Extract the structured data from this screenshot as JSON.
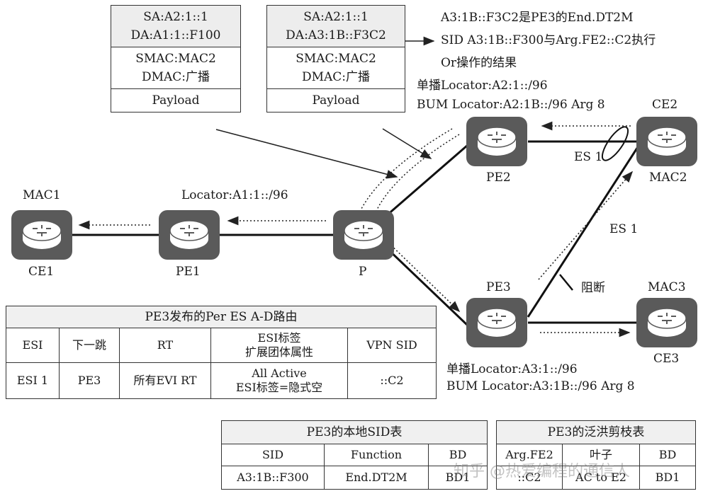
{
  "packet_left": {
    "sa": "SA:A2:1::1",
    "da": "DA:A1:1::F100",
    "smac": "SMAC:MAC2",
    "dmac": "DMAC:广播",
    "payload": "Payload"
  },
  "packet_right": {
    "sa": "SA:A2:1::1",
    "da": "DA:A3:1B::F3C2",
    "smac": "SMAC:MAC2",
    "dmac": "DMAC:广播",
    "payload": "Payload"
  },
  "annotation": {
    "line1": "A3:1B::F3C2是PE3的End.DT2M",
    "line2": "SID A3:1B::F300与Arg.FE2::C2执行",
    "line3": "Or操作的结果"
  },
  "locators": {
    "pe2_unicast": "单播Locator:A2:1::/96",
    "pe2_bum": "BUM Locator:A2:1B::/96 Arg 8",
    "pe1": "Locator:A1:1::/96",
    "pe3_unicast": "单播Locator:A3:1::/96",
    "pe3_bum": "BUM Locator:A3:1B::/96 Arg 8"
  },
  "nodes": {
    "ce1": "CE1",
    "mac1": "MAC1",
    "pe1": "PE1",
    "p": "P",
    "pe2": "PE2",
    "ce2": "CE2",
    "mac2": "MAC2",
    "pe3": "PE3",
    "mac3": "MAC3",
    "ce3": "CE3"
  },
  "links": {
    "es1_top": "ES 1",
    "es1_mid": "ES 1",
    "blocked": "阻断"
  },
  "ad_route_table": {
    "title": "PE3发布的Per ES A-D路由",
    "headers": [
      "ESI",
      "下一跳",
      "RT",
      "ESI标签\n扩展团体属性",
      "VPN SID"
    ],
    "row": [
      "ESI 1",
      "PE3",
      "所有EVI RT",
      "All Active\nESI标签=隐式空",
      "::C2"
    ]
  },
  "sid_table": {
    "title": "PE3的本地SID表",
    "headers": [
      "SID",
      "Function",
      "BD"
    ],
    "row": [
      "A3:1B::F300",
      "End.DT2M",
      "BD1"
    ]
  },
  "prune_table": {
    "title": "PE3的泛洪剪枝表",
    "headers": [
      "Arg.FE2",
      "叶子",
      "BD"
    ],
    "row": [
      "::C2",
      "AC to E2",
      "BD1"
    ]
  },
  "watermark": "知乎 @热爱编程的通信人"
}
